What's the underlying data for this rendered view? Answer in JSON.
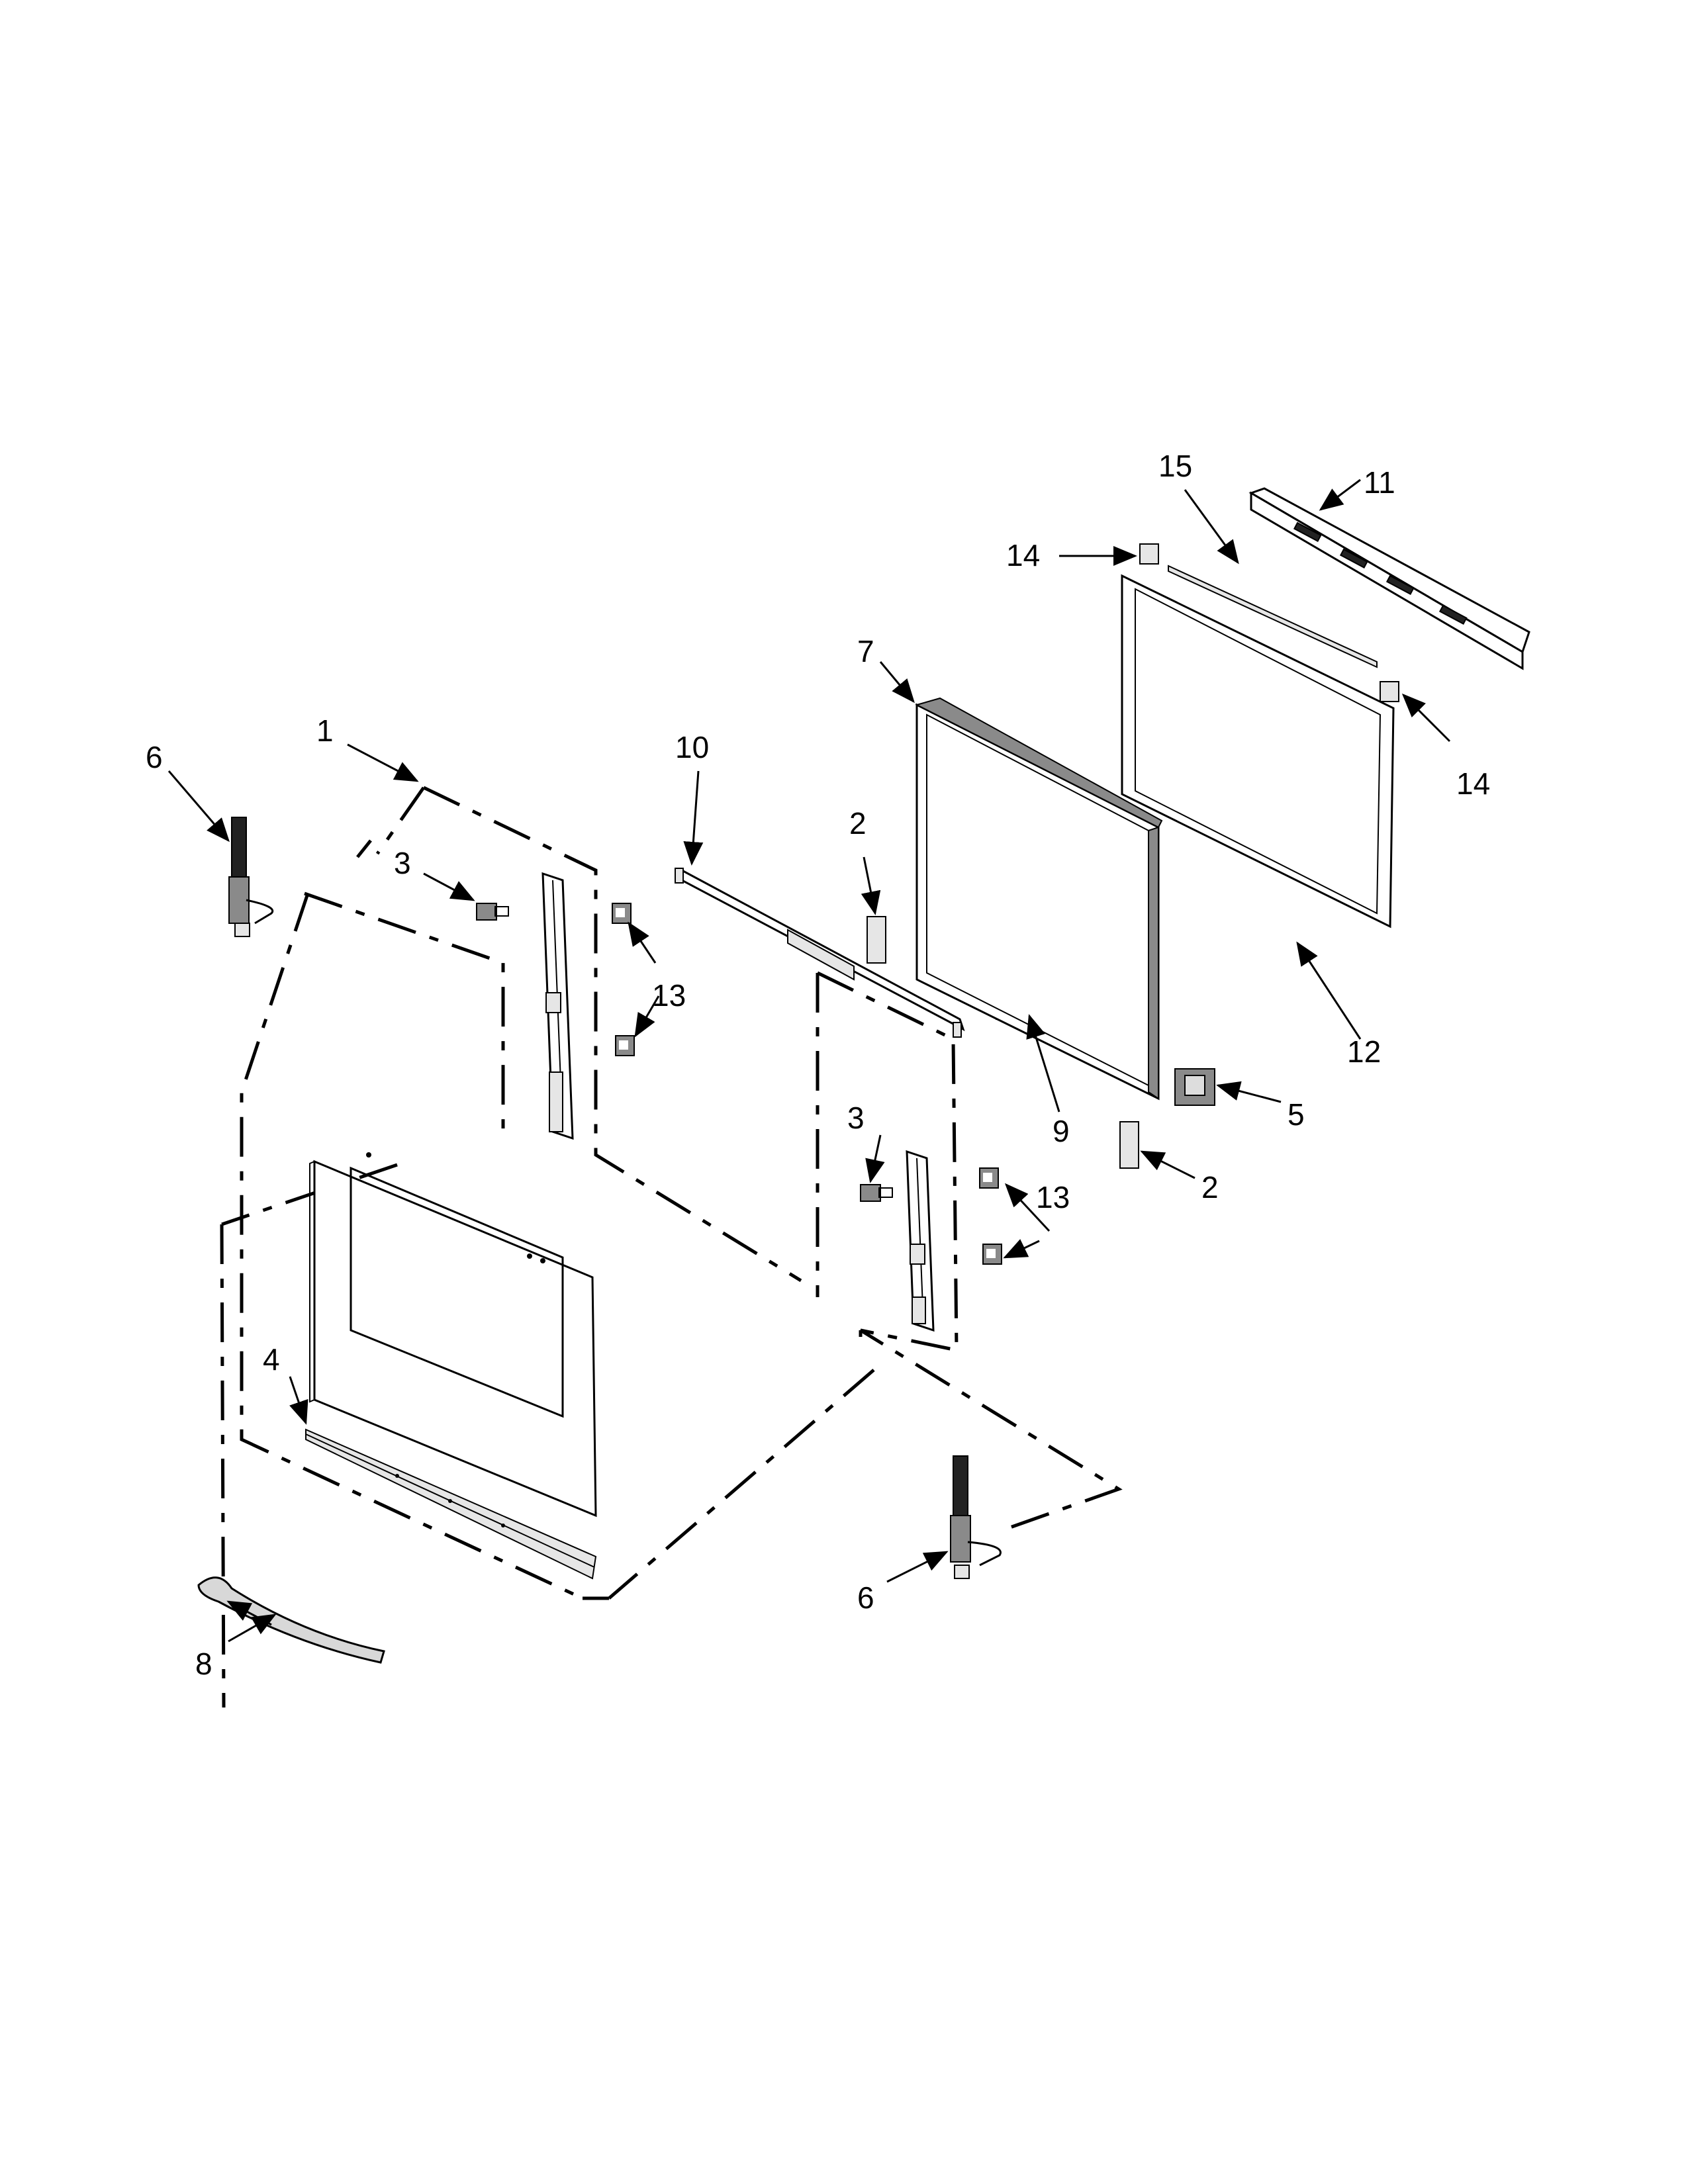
{
  "diagram": {
    "callouts": [
      {
        "id": "c1",
        "label": "1"
      },
      {
        "id": "c2a",
        "label": "2"
      },
      {
        "id": "c2b",
        "label": "2"
      },
      {
        "id": "c3a",
        "label": "3"
      },
      {
        "id": "c3b",
        "label": "3"
      },
      {
        "id": "c4",
        "label": "4"
      },
      {
        "id": "c5",
        "label": "5"
      },
      {
        "id": "c6a",
        "label": "6"
      },
      {
        "id": "c6b",
        "label": "6"
      },
      {
        "id": "c7",
        "label": "7"
      },
      {
        "id": "c8",
        "label": "8"
      },
      {
        "id": "c9",
        "label": "9"
      },
      {
        "id": "c10",
        "label": "10"
      },
      {
        "id": "c11",
        "label": "11"
      },
      {
        "id": "c12",
        "label": "12"
      },
      {
        "id": "c13a",
        "label": "13"
      },
      {
        "id": "c13b",
        "label": "13"
      },
      {
        "id": "c14a",
        "label": "14"
      },
      {
        "id": "c14b",
        "label": "14"
      },
      {
        "id": "c15",
        "label": "15"
      }
    ]
  }
}
